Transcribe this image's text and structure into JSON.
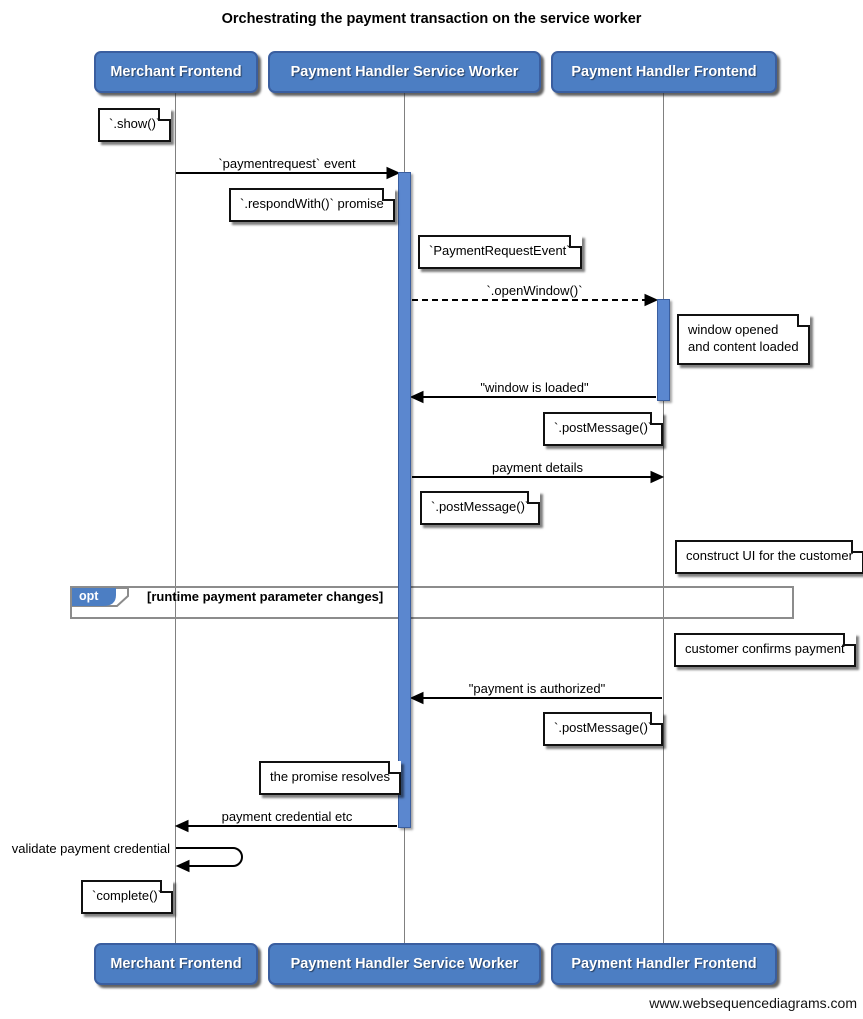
{
  "title": "Orchestrating the payment transaction on the service worker",
  "footer": "www.websequencediagrams.com",
  "actors": {
    "merchant": "Merchant Frontend",
    "service_worker": "Payment Handler Service Worker",
    "handler_frontend": "Payment Handler Frontend"
  },
  "messages": {
    "paymentrequest_event": "`paymentrequest` event",
    "open_window": "`.openWindow()`",
    "window_is_loaded": "\"window is loaded\"",
    "payment_details": "payment details",
    "payment_is_authorized": "\"payment is authorized\"",
    "payment_credential": "payment credential etc",
    "validate_credential": "validate payment credential"
  },
  "notes": {
    "show": "`.show()`",
    "respond_with_promise": "`.respondWith()` promise",
    "payment_request_event": "`PaymentRequestEvent`",
    "window_opened": "window opened\nand content loaded",
    "post_message_handler": "`.postMessage()`",
    "post_message_worker": "`.postMessage()`",
    "construct_ui": "construct UI for the customer",
    "customer_confirms": "customer confirms payment",
    "post_message_authorized": "`.postMessage()`",
    "promise_resolves": "the promise resolves",
    "complete": "`complete()`"
  },
  "opt_frame": {
    "label": "opt",
    "condition": "[runtime payment parameter changes]"
  },
  "colors": {
    "actor_blue": "#4c7ec3",
    "actor_border": "#3a5e9f",
    "activation_blue": "#5b87cf",
    "frame_gray": "#8c8c8c",
    "lifeline_gray": "#808080"
  }
}
